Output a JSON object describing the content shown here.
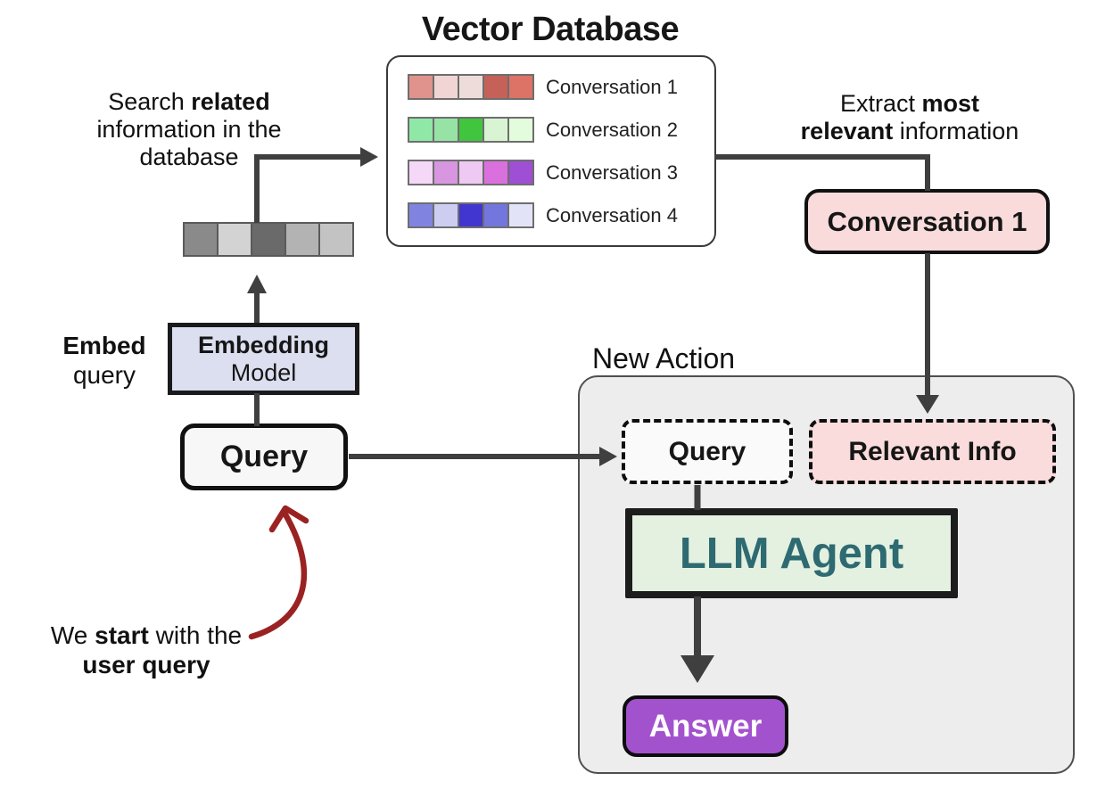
{
  "colors": {
    "arrow": "#3f3f3f",
    "red_arrow": "#9b2222",
    "embedding_box_bg": "#dcdff0",
    "query_box_bg": "#f7f7f7",
    "conversation_result_bg": "#f9dbdb",
    "dashed_query_bg": "#fafafa",
    "relevant_info_bg": "#fadcdc",
    "llm_agent_bg": "#e4f1e0",
    "llm_agent_text": "#2e6a72",
    "answer_bg": "#a352ce",
    "answer_text": "#ffffff",
    "new_action_bg": "#ededed"
  },
  "vector_database": {
    "title": "Vector Database",
    "rows": [
      {
        "label": "Conversation 1",
        "colors": [
          "#e0938c",
          "#f0d5d4",
          "#eedcdb",
          "#c56158",
          "#dd7267"
        ]
      },
      {
        "label": "Conversation 2",
        "colors": [
          "#90e8a6",
          "#97e2a5",
          "#41c43e",
          "#d9f4d2",
          "#e3fcdc"
        ]
      },
      {
        "label": "Conversation 3",
        "colors": [
          "#f5d7f8",
          "#d895e0",
          "#eec9f2",
          "#da70dd",
          "#9e4fd3"
        ]
      },
      {
        "label": "Conversation 4",
        "colors": [
          "#8084e0",
          "#cdcdf2",
          "#4136cf",
          "#7276dd",
          "#e3e3f8"
        ]
      }
    ]
  },
  "query_vector": {
    "colors": [
      "#8a8a8a",
      "#d3d3d3",
      "#6a6a6a",
      "#b3b3b3",
      "#c3c3c3"
    ]
  },
  "notes": {
    "search": {
      "line1_pre": "Search ",
      "line1_bold": "related",
      "line2": "information in the",
      "line3": "database"
    },
    "extract": {
      "line1_pre": "Extract ",
      "line1_bold": "most",
      "line2_bold": "relevant",
      "line2_post": " information"
    },
    "embed": {
      "bold": "Embed",
      "regular": "query"
    },
    "start": {
      "pre": "We ",
      "bold": "start",
      "post": " with the",
      "line2_bold": "user query"
    }
  },
  "nodes": {
    "embedding_model_line1": "Embedding",
    "embedding_model_line2": "Model",
    "query": "Query",
    "conversation_result": "Conversation 1",
    "new_action_label": "New Action",
    "query_dashed": "Query",
    "relevant_info": "Relevant Info",
    "llm_agent": "LLM Agent",
    "answer": "Answer"
  }
}
